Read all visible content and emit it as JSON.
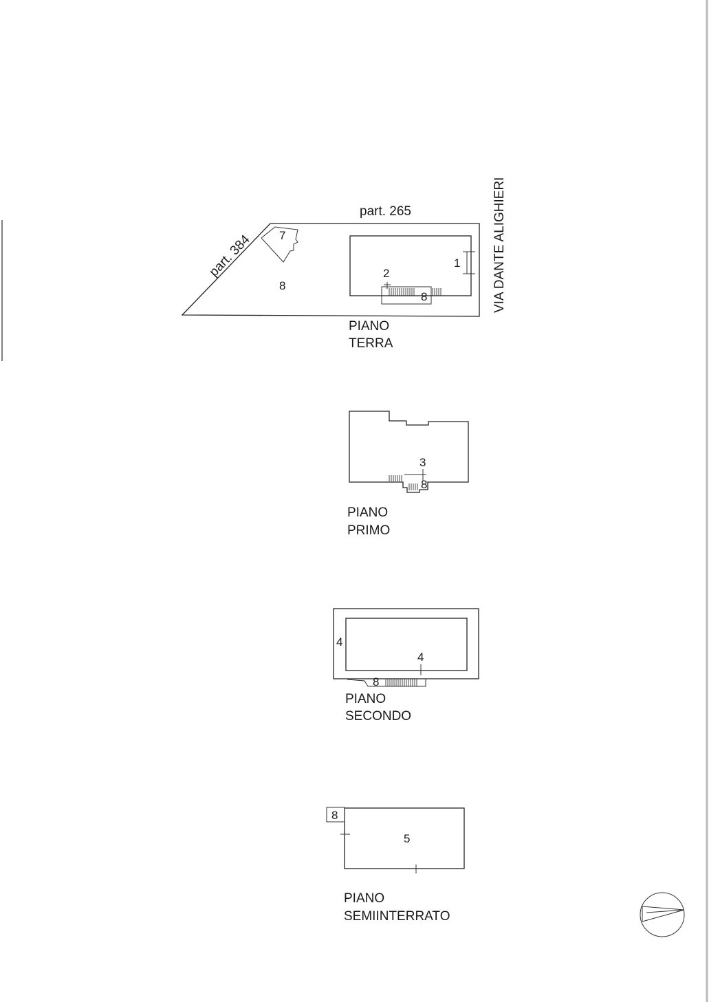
{
  "parcels": {
    "north": "part. 265",
    "west": "part. 384",
    "street": "VIA DANTE ALIGHIERI"
  },
  "floors": [
    {
      "line1": "PIANO",
      "line2": "TERRA"
    },
    {
      "line1": "PIANO",
      "line2": "PRIMO"
    },
    {
      "line1": "PIANO",
      "line2": "SECONDO"
    },
    {
      "line1": "PIANO",
      "line2": "SEMIINTERRATO"
    }
  ],
  "ground_floor": {
    "n1": "1",
    "n2": "2",
    "n7": "7",
    "n8_yard": "8",
    "n8_stair": "8"
  },
  "first_floor": {
    "n3": "3",
    "n8": "8"
  },
  "second_floor": {
    "n4_left": "4",
    "n4_right": "4",
    "n8": "8"
  },
  "basement": {
    "n5": "5",
    "n8": "8"
  },
  "north_arrow": {
    "icon": "north-arrow-icon"
  }
}
